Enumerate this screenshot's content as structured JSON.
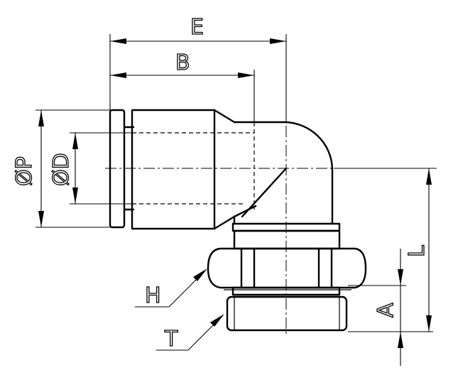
{
  "labels": {
    "E": "E",
    "B": "B",
    "P": "ØP",
    "D": "ØD",
    "L": "L",
    "A": "A",
    "H": "H",
    "T": "T"
  }
}
